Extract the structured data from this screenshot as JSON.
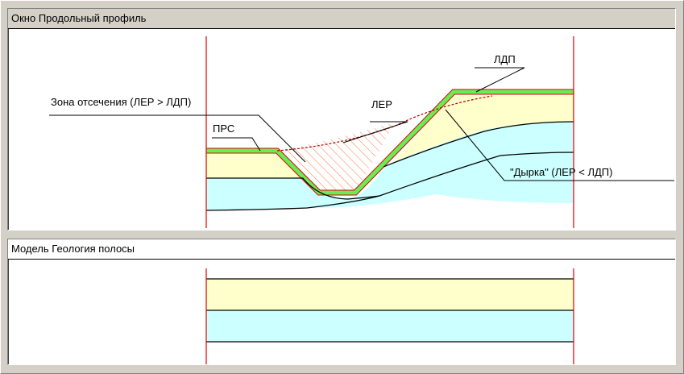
{
  "panels": {
    "profile": {
      "title": "Окно Продольный профиль"
    },
    "geology": {
      "title": "Модель Геология полосы"
    }
  },
  "labels": {
    "ldp": "ЛДП",
    "ler": "ЛЕР",
    "prs": "ПРС",
    "cut_zone": "Зона отсечения (ЛЕР > ЛДП)",
    "hole": "\"Дырка\" (ЛЕР < ЛДП)"
  },
  "colors": {
    "yellow_layer": "#ffffcc",
    "cyan_layer": "#ccffff",
    "green_top": "#66ee55",
    "red_line": "#e00000",
    "hatch": "#ff6633"
  }
}
